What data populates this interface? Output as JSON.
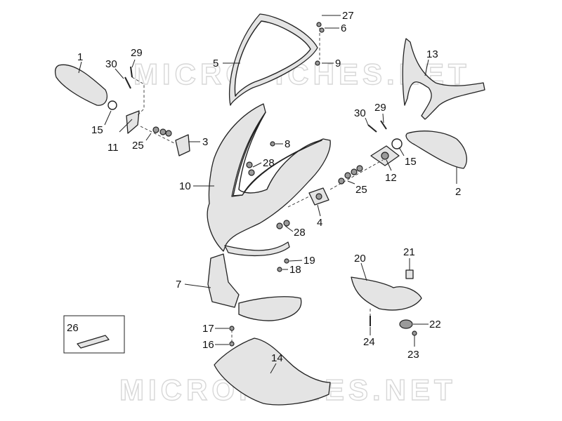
{
  "watermark": "MICROFICHES.NET",
  "callouts": {
    "c1": "1",
    "c2": "2",
    "c3": "3",
    "c4": "4",
    "c5": "5",
    "c6": "6",
    "c7": "7",
    "c8": "8",
    "c9": "9",
    "c10": "10",
    "c11": "11",
    "c12": "12",
    "c13": "13",
    "c14": "14",
    "c15a": "15",
    "c15b": "15",
    "c16": "16",
    "c17": "17",
    "c18": "18",
    "c19": "19",
    "c20": "20",
    "c21": "21",
    "c22": "22",
    "c23": "23",
    "c24": "24",
    "c25a": "25",
    "c25b": "25",
    "c26": "26",
    "c27": "27",
    "c28a": "28",
    "c28b": "28",
    "c29a": "29",
    "c29b": "29",
    "c30a": "30",
    "c30b": "30"
  }
}
